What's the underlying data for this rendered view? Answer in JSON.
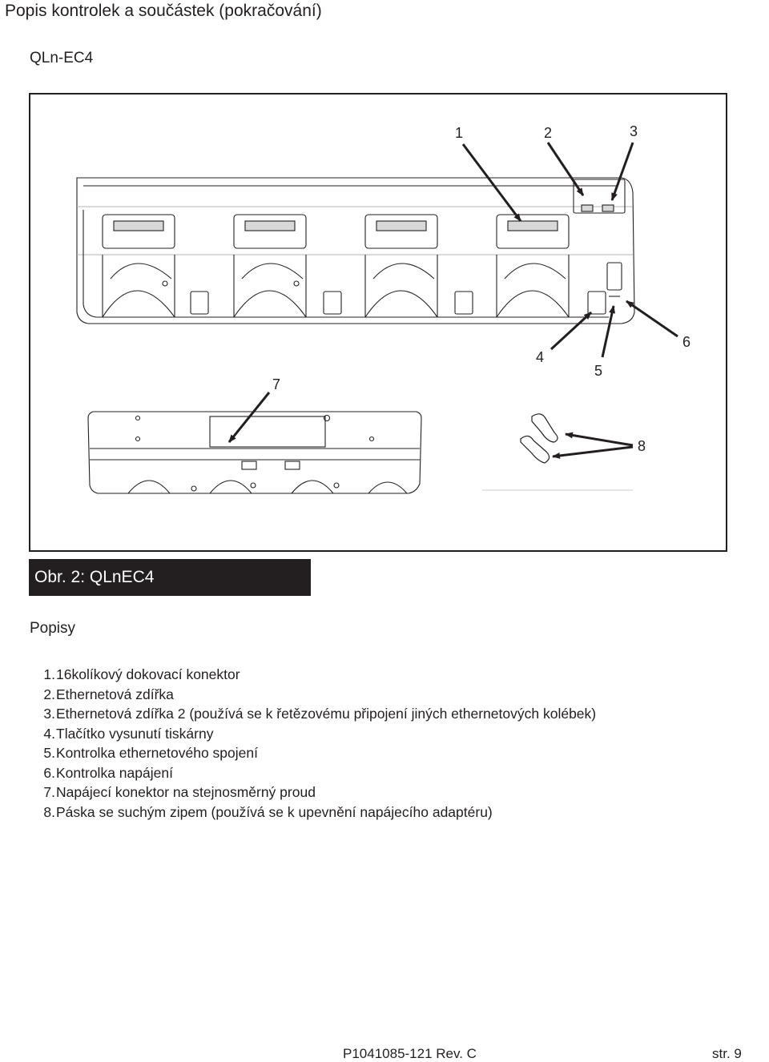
{
  "page": {
    "title": "Popis kontrolek a součástek (pokračování)",
    "model": "QLn-EC4"
  },
  "figure": {
    "caption": "Obr. 2: QLnEC4",
    "callouts": [
      "1",
      "2",
      "3",
      "4",
      "5",
      "6",
      "7",
      "8"
    ]
  },
  "legend": {
    "heading": "Popisy",
    "items": [
      {
        "num": "1.",
        "text": "16kolíkový dokovací konektor"
      },
      {
        "num": "2.",
        "text": "Ethernetová zdířka"
      },
      {
        "num": "3.",
        "text": "Ethernetová zdířka 2 (používá se k řetězovému připojení jiných ethernetových kolébek)"
      },
      {
        "num": "4.",
        "text": "Tlačítko vysunutí tiskárny"
      },
      {
        "num": "5.",
        "text": "Kontrolka ethernetového spojení"
      },
      {
        "num": "6.",
        "text": "Kontrolka napájení"
      },
      {
        "num": "7.",
        "text": "Napájecí konektor na stejnosměrný proud"
      },
      {
        "num": "8.",
        "text": "Páska se suchým zipem (používá se k upevnění napájecího adaptéru)"
      }
    ]
  },
  "footer": {
    "doc_number": "P1041085-121 Rev. C",
    "page_label": "str. 9"
  }
}
